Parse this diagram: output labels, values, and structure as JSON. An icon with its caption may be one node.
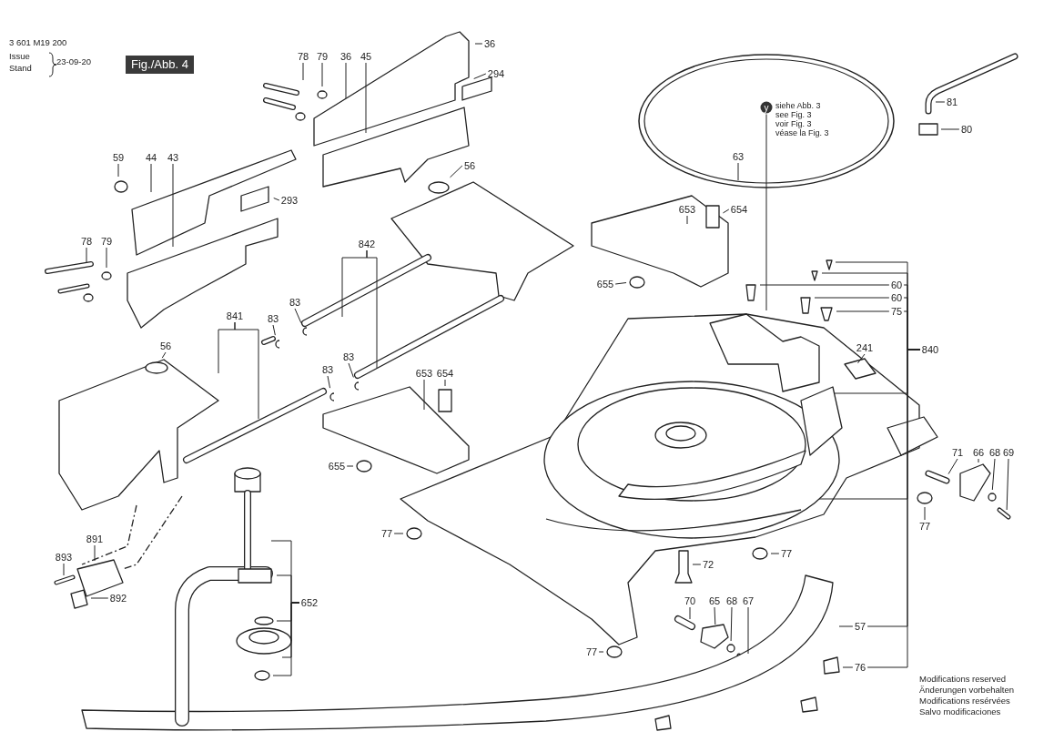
{
  "diagram": {
    "nodes": [
      {
        "text": [
          "36"
        ]
      },
      {
        "text": [
          "78"
        ]
      },
      {
        "text": [
          "79"
        ]
      },
      {
        "text": [
          "36"
        ]
      },
      {
        "text": [
          "45"
        ]
      },
      {
        "text": [
          "294"
        ]
      },
      {
        "text": [
          "y"
        ],
        "beside": [
          "siehe Abb. 3",
          "see Fig. 3",
          "voir Fig. 3",
          "véase la Fig. 3"
        ]
      },
      {
        "text": [
          "81"
        ]
      },
      {
        "text": [
          "80"
        ]
      },
      {
        "text": [
          "63"
        ]
      },
      {
        "text": [
          "59"
        ]
      },
      {
        "text": [
          "44"
        ]
      },
      {
        "text": [
          "43"
        ]
      },
      {
        "text": [
          "56"
        ]
      },
      {
        "text": [
          "293"
        ]
      },
      {
        "text": [
          "653"
        ]
      },
      {
        "text": [
          "654"
        ]
      },
      {
        "text": [
          "78"
        ]
      },
      {
        "text": [
          "79"
        ]
      },
      {
        "text": [
          "842"
        ]
      },
      {
        "text": [
          "60"
        ]
      },
      {
        "text": [
          "655"
        ]
      },
      {
        "text": [
          "60"
        ]
      },
      {
        "text": [
          "83"
        ]
      },
      {
        "text": [
          "75"
        ]
      },
      {
        "text": [
          "83"
        ]
      },
      {
        "text": [
          "841"
        ]
      },
      {
        "text": [
          "56"
        ]
      },
      {
        "text": [
          "840"
        ]
      },
      {
        "text": [
          "241"
        ]
      },
      {
        "text": [
          "83"
        ]
      },
      {
        "text": [
          "83"
        ]
      },
      {
        "text": [
          "653"
        ]
      },
      {
        "text": [
          "654"
        ]
      },
      {
        "text": [
          "71"
        ]
      },
      {
        "text": [
          "66"
        ]
      },
      {
        "text": [
          "68"
        ]
      },
      {
        "text": [
          "69"
        ]
      },
      {
        "text": [
          "655"
        ]
      },
      {
        "text": [
          "77"
        ]
      },
      {
        "text": [
          "77"
        ]
      },
      {
        "text": [
          "891"
        ]
      },
      {
        "text": [
          "77"
        ]
      },
      {
        "text": [
          "893"
        ]
      },
      {
        "text": [
          "72"
        ]
      },
      {
        "text": [
          "70"
        ]
      },
      {
        "text": [
          "65"
        ]
      },
      {
        "text": [
          "68"
        ]
      },
      {
        "text": [
          "67"
        ]
      },
      {
        "text": [
          "652"
        ]
      },
      {
        "text": [
          "892"
        ]
      },
      {
        "text": [
          "57"
        ]
      },
      {
        "text": [
          "77"
        ]
      },
      {
        "text": [
          "76"
        ]
      }
    ],
    "edges": [
      {
        "from": 0,
        "to": null,
        "arrow": "none"
      },
      {
        "from": 1,
        "to": null,
        "arrow": "none"
      },
      {
        "from": 2,
        "to": null,
        "arrow": "none"
      },
      {
        "from": 3,
        "to": null,
        "arrow": "none"
      },
      {
        "from": 4,
        "to": null,
        "arrow": "none"
      },
      {
        "from": 5,
        "to": null,
        "arrow": "none"
      },
      {
        "from": 6,
        "to": null,
        "arrow": "none"
      },
      {
        "from": 7,
        "to": null,
        "arrow": "none"
      },
      {
        "from": 8,
        "to": null,
        "arrow": "none"
      },
      {
        "from": 9,
        "to": null,
        "arrow": "none"
      },
      {
        "from": 10,
        "to": null,
        "arrow": "none"
      },
      {
        "from": 11,
        "to": null,
        "arrow": "none"
      },
      {
        "from": 12,
        "to": null,
        "arrow": "none"
      },
      {
        "from": 13,
        "to": null,
        "arrow": "none"
      },
      {
        "from": 14,
        "to": null,
        "arrow": "none"
      },
      {
        "from": 15,
        "to": null,
        "arrow": "none"
      },
      {
        "from": 16,
        "to": null,
        "arrow": "none"
      },
      {
        "from": 17,
        "to": null,
        "arrow": "none"
      },
      {
        "from": 18,
        "to": null,
        "arrow": "none"
      },
      {
        "from": 19,
        "to": null,
        "arrow": "none"
      },
      {
        "from": 19,
        "to": null,
        "arrow": "none"
      },
      {
        "from": 20,
        "to": null,
        "arrow": "none"
      },
      {
        "from": 21,
        "to": null,
        "arrow": "none"
      },
      {
        "from": 22,
        "to": null,
        "arrow": "none"
      },
      {
        "from": 23,
        "to": null,
        "arrow": "none"
      },
      {
        "from": 24,
        "to": null,
        "arrow": "none"
      },
      {
        "from": 25,
        "to": null,
        "arrow": "none"
      },
      {
        "from": 26,
        "to": null,
        "arrow": "none"
      },
      {
        "from": 26,
        "to": null,
        "arrow": "none"
      },
      {
        "from": 27,
        "to": null,
        "arrow": "none"
      },
      {
        "from": 28,
        "to": null,
        "arrow": "none"
      },
      {
        "from": 28,
        "to": null,
        "arrow": "none"
      },
      {
        "from": 28,
        "to": 20,
        "arrow": "none"
      },
      {
        "from": 28,
        "to": 22,
        "arrow": "none"
      },
      {
        "from": 28,
        "to": 24,
        "arrow": "none"
      },
      {
        "from": 28,
        "to": null,
        "arrow": "none"
      },
      {
        "from": 28,
        "to": null,
        "arrow": "none"
      },
      {
        "from": 28,
        "to": 51,
        "arrow": "none"
      },
      {
        "from": 28,
        "to": 53,
        "arrow": "none"
      },
      {
        "from": 29,
        "to": null,
        "arrow": "none"
      },
      {
        "from": 30,
        "to": null,
        "arrow": "none"
      },
      {
        "from": 31,
        "to": null,
        "arrow": "none"
      },
      {
        "from": 32,
        "to": null,
        "arrow": "none"
      },
      {
        "from": 33,
        "to": null,
        "arrow": "none"
      },
      {
        "from": 34,
        "to": null,
        "arrow": "none"
      },
      {
        "from": 35,
        "to": null,
        "arrow": "none"
      },
      {
        "from": 36,
        "to": null,
        "arrow": "none"
      },
      {
        "from": 37,
        "to": null,
        "arrow": "none"
      },
      {
        "from": 38,
        "to": null,
        "arrow": "none"
      },
      {
        "from": 39,
        "to": null,
        "arrow": "none"
      },
      {
        "from": 40,
        "to": null,
        "arrow": "none"
      },
      {
        "from": 41,
        "to": null,
        "arrow": "none"
      },
      {
        "from": 42,
        "to": null,
        "arrow": "none"
      },
      {
        "from": 43,
        "to": null,
        "arrow": "none"
      },
      {
        "from": 44,
        "to": null,
        "arrow": "none"
      },
      {
        "from": 45,
        "to": null,
        "arrow": "none"
      },
      {
        "from": 46,
        "to": null,
        "arrow": "none"
      },
      {
        "from": 47,
        "to": null,
        "arrow": "none"
      },
      {
        "from": 48,
        "to": null,
        "arrow": "none"
      },
      {
        "from": 49,
        "to": null,
        "arrow": "none"
      },
      {
        "from": 49,
        "to": null,
        "arrow": "none"
      },
      {
        "from": 49,
        "to": null,
        "arrow": "none"
      },
      {
        "from": 49,
        "to": null,
        "arrow": "none"
      },
      {
        "from": 49,
        "to": null,
        "arrow": "none"
      },
      {
        "from": 49,
        "to": null,
        "arrow": "none"
      },
      {
        "from": 50,
        "to": null,
        "arrow": "none"
      },
      {
        "from": 51,
        "to": null,
        "arrow": "none"
      },
      {
        "from": 52,
        "to": null,
        "arrow": "none"
      },
      {
        "from": 53,
        "to": null,
        "arrow": "none"
      }
    ],
    "labels": [
      "3 601 M19 200",
      "Issue",
      "Stand",
      "23-09-20",
      "Fig./Abb. 4",
      "Modifications reserved",
      "Änderungen vorbehalten",
      "Modifications resérvées",
      "Salvo modificaciones"
    ]
  }
}
